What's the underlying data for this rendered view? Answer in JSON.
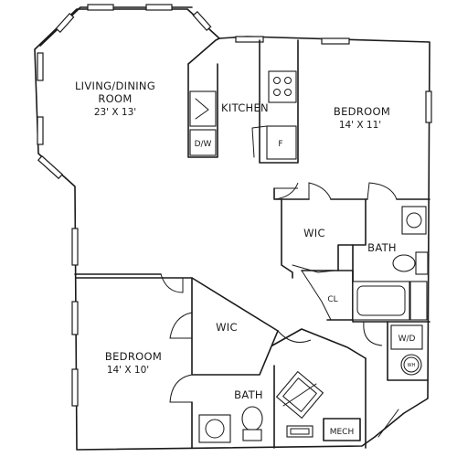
{
  "rooms": {
    "living": {
      "name_line1": "LIVING/DINING",
      "name_line2": "ROOM",
      "dimensions": "23' X 13'"
    },
    "kitchen": {
      "name": "KITCHEN"
    },
    "bedroom_1": {
      "name": "BEDROOM",
      "dimensions": "14' X 11'"
    },
    "bedroom_2": {
      "name": "BEDROOM",
      "dimensions": "14' X 10'"
    },
    "wic_1": {
      "name": "WIC"
    },
    "wic_2": {
      "name": "WIC"
    },
    "bath_1": {
      "name": "BATH"
    },
    "bath_2": {
      "name": "BATH"
    },
    "closet": {
      "name": "CL"
    },
    "mech": {
      "name": "MECH"
    }
  },
  "fixtures": {
    "dishwasher": "D/W",
    "fridge": "F",
    "washer_dryer": "W/D",
    "water_heater": "WH"
  }
}
